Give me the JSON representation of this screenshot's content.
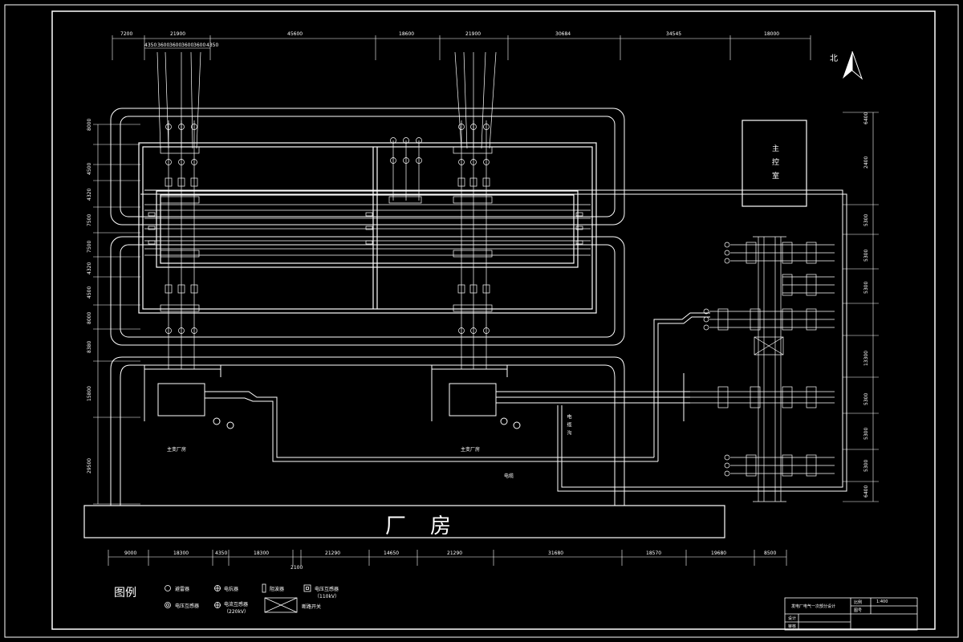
{
  "top_dimensions": [
    "7200",
    "21900",
    "45600",
    "18600",
    "21900",
    "30684",
    "34545",
    "18000"
  ],
  "top_sub_dimensions": [
    "4350",
    "3600",
    "3600",
    "3600",
    "3600",
    "4350"
  ],
  "bottom_dimensions": [
    "9000",
    "18300",
    "4350",
    "18300",
    "21290",
    "14650",
    "21290",
    "31680",
    "18570",
    "19680",
    "8500"
  ],
  "bottom_sub_dimension": "2100",
  "left_dimensions": [
    "8000",
    "4500",
    "4320",
    "7500",
    "7500",
    "4320",
    "4500",
    "8000",
    "8380",
    "15800",
    "29500"
  ],
  "right_dimensions": [
    "6400",
    "2400",
    "5300",
    "5300",
    "5300",
    "13300",
    "5300",
    "5300",
    "5300",
    "6400"
  ],
  "north_mark": "北",
  "control_room": "主控室",
  "factory": "厂房",
  "transformer_label": "主变厂房",
  "cable_trench": "电缆沟",
  "cable_label": "电缆",
  "legend": {
    "title": "图例",
    "items": [
      "避雷器",
      "电抗器",
      "阻波器",
      "电压互感器（110kV）",
      "电压互感器",
      "电流互感器（220kV）",
      "断路开关"
    ]
  },
  "title_block": {
    "name": "发电厂电气一次部分设计",
    "cells": [
      "比例",
      "1:400",
      "图号",
      "设计",
      "审核"
    ]
  },
  "colors": {
    "background": "#000000",
    "lines": "#ffffff"
  }
}
